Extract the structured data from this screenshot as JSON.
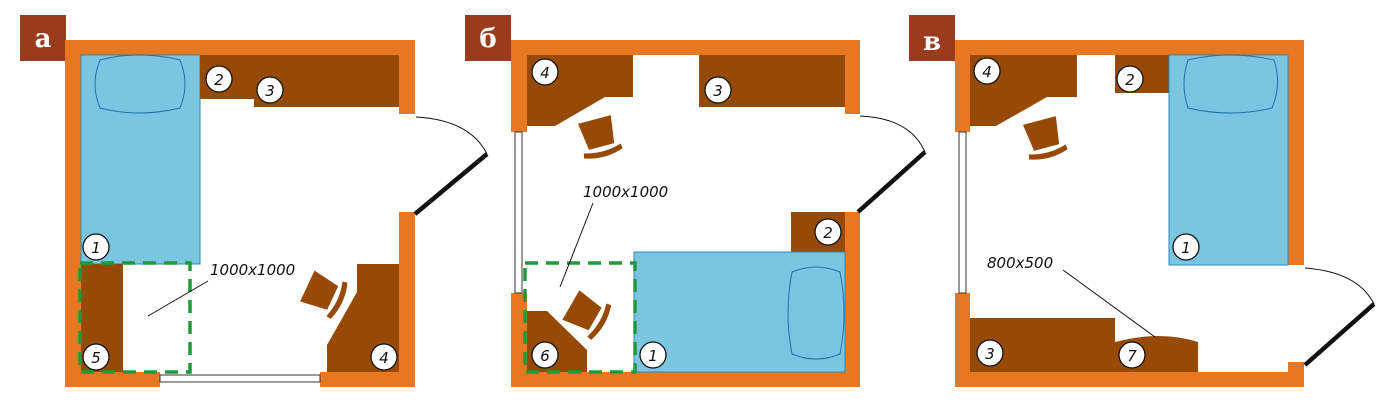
{
  "colors": {
    "label_bg": "#9b3b1d",
    "wall": "#e87722",
    "furniture": "#974a06",
    "bed": "#7ac5df",
    "free_zone": "#1e9a3a"
  },
  "panels": [
    {
      "label": "а",
      "items": [
        "1",
        "2",
        "3",
        "4",
        "5"
      ],
      "dimension": "1000x1000"
    },
    {
      "label": "б",
      "items": [
        "1",
        "2",
        "3",
        "4",
        "6"
      ],
      "dimension": "1000x1000"
    },
    {
      "label": "в",
      "items": [
        "1",
        "2",
        "3",
        "4",
        "7"
      ],
      "dimension": "800x500"
    }
  ]
}
